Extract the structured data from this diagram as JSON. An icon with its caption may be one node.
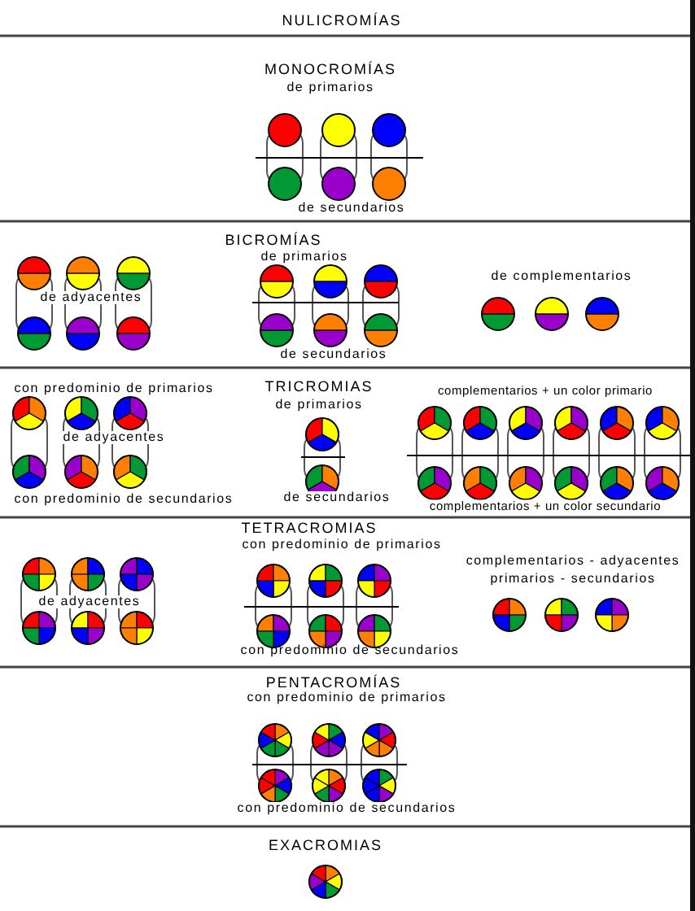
{
  "diagram": {
    "labels": [
      "NULICROMÍAS",
      "MONOCROMÍAS",
      "de primarios",
      "de secundarios",
      "BICROMÍAS",
      "de primarios",
      "de adyacentes",
      "de complementarios",
      "de secundarios",
      "con predominio de primarios",
      "TRICROMIAS",
      "de primarios",
      "complementarios + un color primario",
      "de adyacentes",
      "con predominio de secundarios",
      "de secundarios",
      "complementarios + un color secundario",
      "TETRACROMIAS",
      "con predominio de primarios",
      "complementarios - adyacentes",
      "primarios - secundarios",
      "de adyacentes",
      "con predominio de secundarios",
      "PENTACROMÍAS",
      "con predominio de primarios",
      "con predominio de secundarios",
      "EXACROMIAS"
    ]
  }
}
